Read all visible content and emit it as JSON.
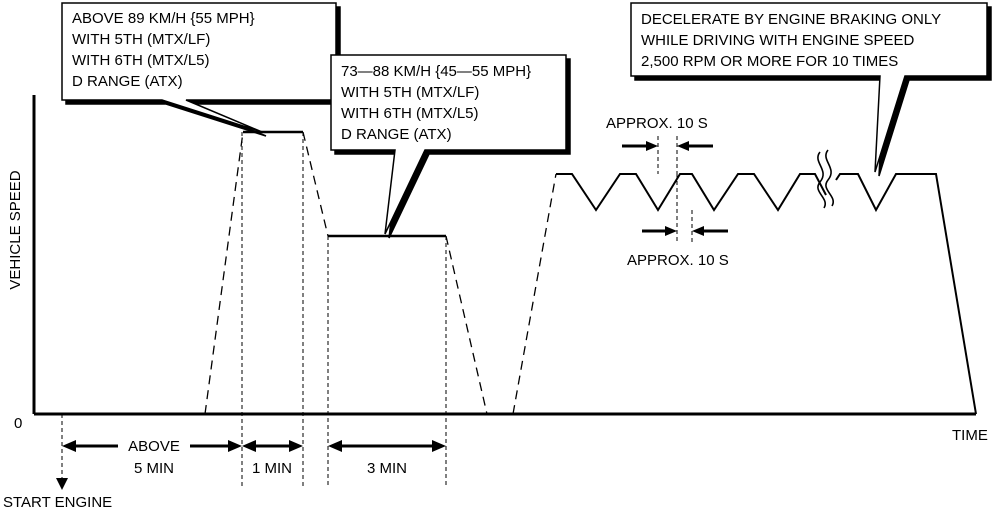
{
  "axes": {
    "y_label": "VEHICLE SPEED",
    "x_label": "TIME",
    "origin_label": "0"
  },
  "start_label": "START ENGINE",
  "durations": {
    "above_5min_line1": "ABOVE",
    "above_5min_line2": "5 MIN",
    "one_min": "1 MIN",
    "three_min": "3 MIN"
  },
  "callouts": {
    "high_speed": [
      "ABOVE 89 KM/H {55 MPH}",
      "WITH 5TH (MTX/LF)",
      "WITH 6TH (MTX/L5)",
      "D RANGE (ATX)"
    ],
    "mid_speed": [
      "73—88 KM/H {45—55 MPH}",
      "WITH 5TH (MTX/LF)",
      "WITH 6TH (MTX/L5)",
      "D RANGE (ATX)"
    ],
    "braking": [
      "DECELERATE BY ENGINE BRAKING ONLY",
      "WHILE DRIVING WITH ENGINE SPEED",
      "2,500 RPM OR MORE FOR 10 TIMES"
    ]
  },
  "approx_top": "APPROX. 10 S",
  "approx_bottom": "APPROX. 10 S"
}
